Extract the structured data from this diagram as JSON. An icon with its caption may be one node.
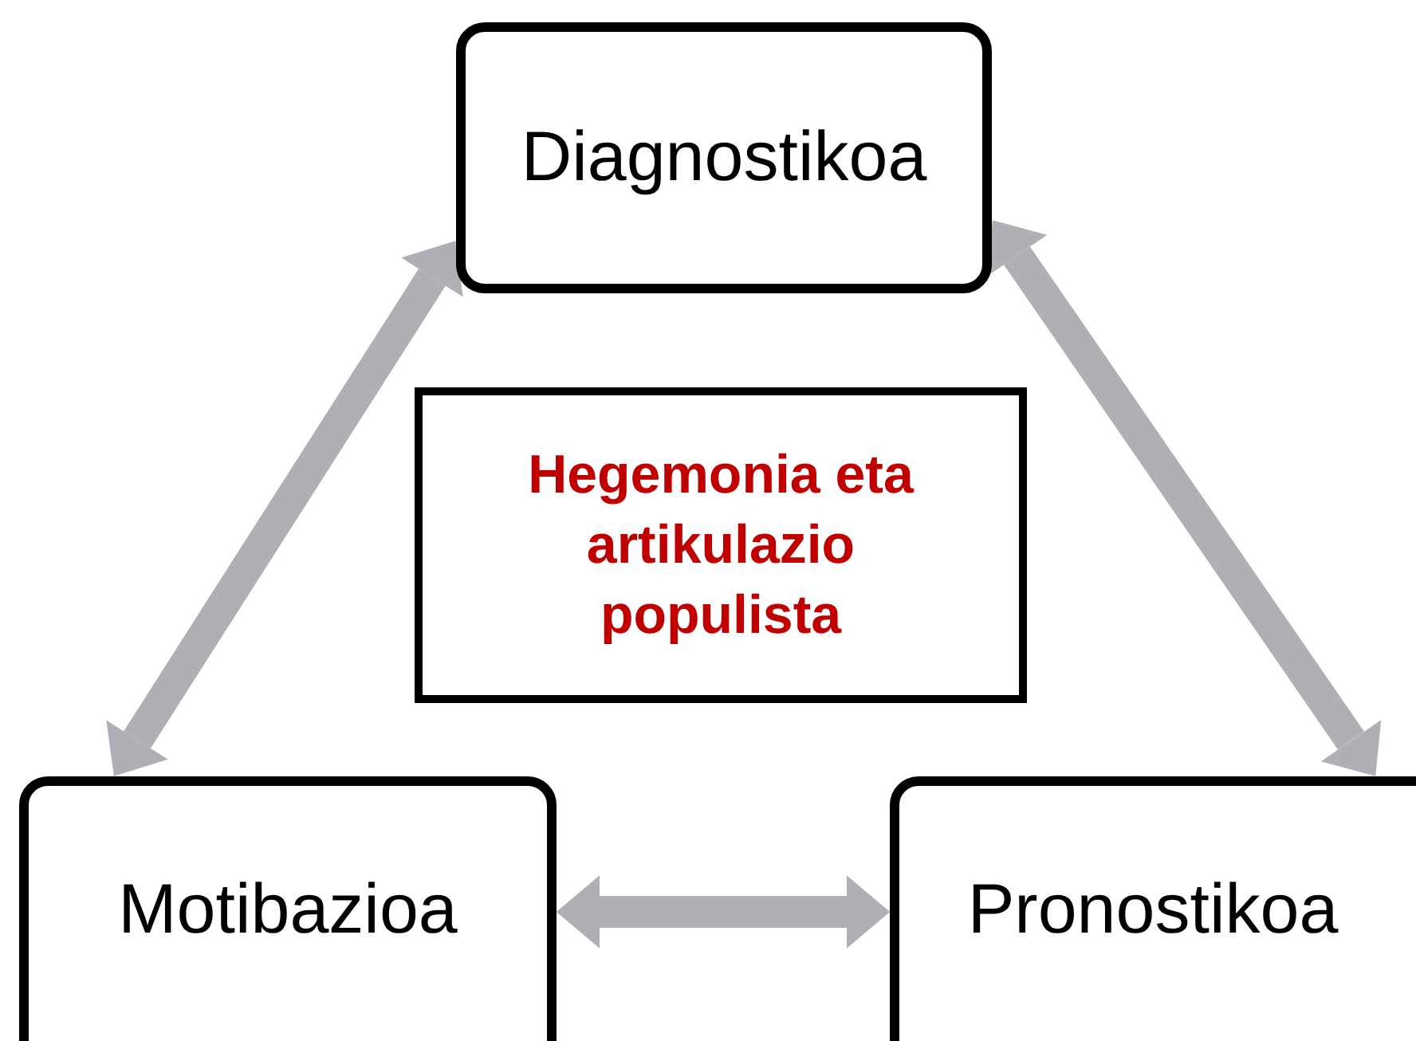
{
  "diagram": {
    "nodes": [
      {
        "text": [
          "Diagnostikoa"
        ]
      },
      {
        "text": [
          "Hegemonia eta artikulazio populista"
        ]
      },
      {
        "text": [
          "Motibazioa"
        ]
      },
      {
        "text": [
          "Pronostikoa"
        ]
      }
    ],
    "edges": [
      {
        "from": 2,
        "to": 0,
        "arrow": "both"
      },
      {
        "from": 0,
        "to": 3,
        "arrow": "both"
      },
      {
        "from": 2,
        "to": 3,
        "arrow": "both"
      }
    ]
  }
}
